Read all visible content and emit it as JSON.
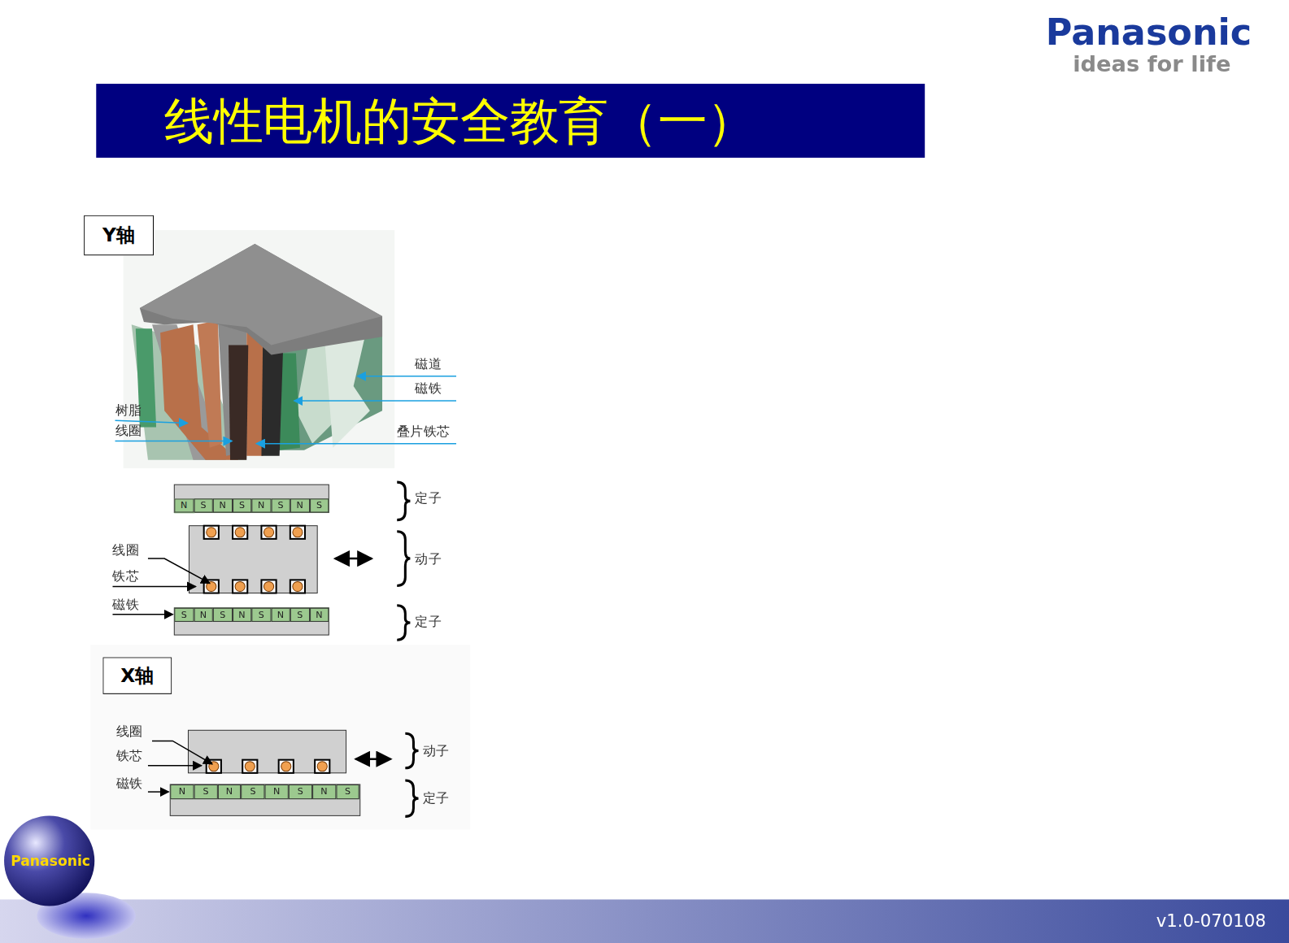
{
  "diagram": {
    "title": "线性电机的安全教育（一）",
    "nodes": [
      {
        "text": [
          "Y轴"
        ]
      },
      {
        "text": [
          "X轴"
        ]
      },
      {
        "text": [
          "Panasonic"
        ]
      },
      {
        "text": [
          "v1.0-070108"
        ]
      }
    ],
    "labels": [
      "Panasonic",
      "ideas for life",
      "磁道",
      "磁铁",
      "树脂",
      "线圈",
      "叠片铁芯",
      "N",
      "S",
      "N",
      "S",
      "N",
      "S",
      "N",
      "S",
      "定子",
      "线圈",
      "铁芯",
      "动子",
      "磁铁",
      "S",
      "N",
      "S",
      "N",
      "S",
      "N",
      "S",
      "N",
      "定子",
      "线圈",
      "铁芯",
      "动子",
      "磁铁",
      "N",
      "S",
      "N",
      "S",
      "N",
      "S",
      "N",
      "S",
      "定子"
    ]
  }
}
